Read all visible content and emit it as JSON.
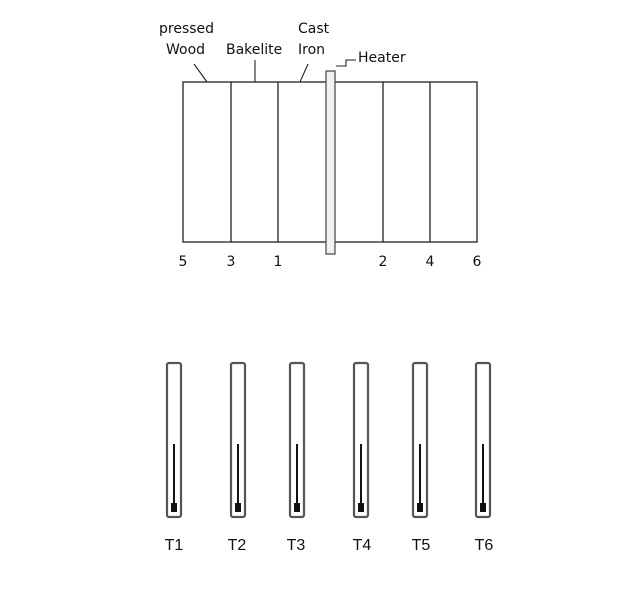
{
  "apparatus": {
    "material_labels": {
      "pressed_wood": [
        "pressed",
        "Wood"
      ],
      "bakelite": "Bakelite",
      "cast_iron": [
        "Cast",
        "Iron"
      ],
      "heater": "Heater"
    },
    "point_labels": [
      "5",
      "3",
      "1",
      "2",
      "4",
      "6"
    ]
  },
  "thermometers": {
    "labels": [
      "T1",
      "T2",
      "T3",
      "T4",
      "T5",
      "T6"
    ]
  }
}
